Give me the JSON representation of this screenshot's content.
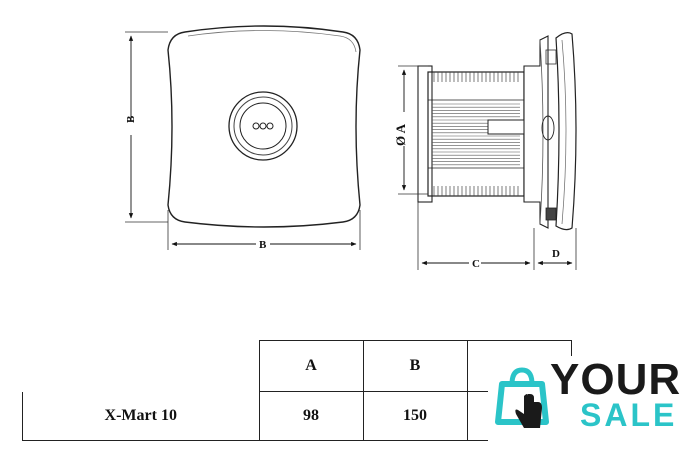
{
  "diagram": {
    "front_view": {
      "width_label": "B",
      "height_label": "B"
    },
    "side_view": {
      "diameter_label": "Ø A",
      "depth_label": "C",
      "panel_label": "D"
    }
  },
  "spec_table": {
    "columns": [
      "A",
      "B",
      ""
    ],
    "rows": [
      {
        "model": "X-Mart 10",
        "a": "98",
        "b": "150",
        "c": ""
      }
    ]
  },
  "watermark": {
    "word1": "YOUR",
    "word2": "SALE",
    "icon": "shopping-bag-hand-icon",
    "colors": {
      "accent": "#2bc4c8",
      "dark": "#1a1a1a"
    }
  }
}
